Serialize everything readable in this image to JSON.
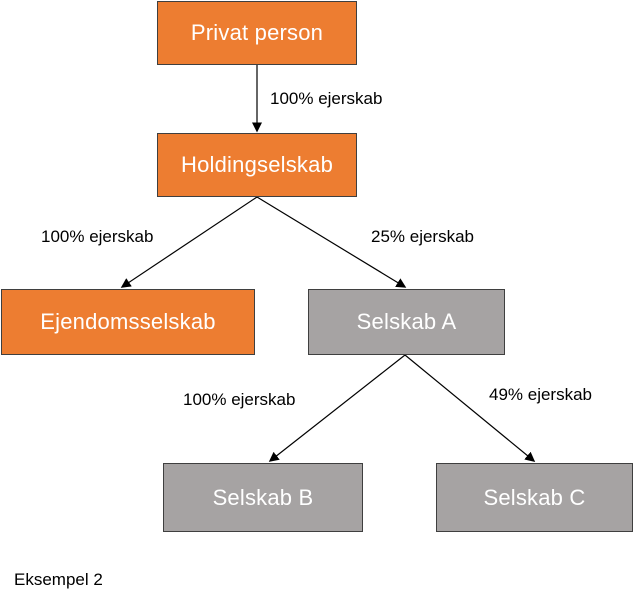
{
  "nodes": {
    "privat_person": {
      "label": "Privat person",
      "color": "#ED7D31"
    },
    "holdingselskab": {
      "label": "Holdingselskab",
      "color": "#ED7D31"
    },
    "ejendomsselskab": {
      "label": "Ejendomsselskab",
      "color": "#ED7D31"
    },
    "selskab_a": {
      "label": "Selskab A",
      "color": "#A6A3A3"
    },
    "selskab_b": {
      "label": "Selskab B",
      "color": "#A6A3A3"
    },
    "selskab_c": {
      "label": "Selskab C",
      "color": "#A6A3A3"
    }
  },
  "edges": {
    "privat_to_holding": {
      "from": "privat_person",
      "to": "holdingselskab",
      "label": "100% ejerskab"
    },
    "holding_to_ejendom": {
      "from": "holdingselskab",
      "to": "ejendomsselskab",
      "label": "100% ejerskab"
    },
    "holding_to_selskab_a": {
      "from": "holdingselskab",
      "to": "selskab_a",
      "label": "25% ejerskab"
    },
    "selskab_a_to_b": {
      "from": "selskab_a",
      "to": "selskab_b",
      "label": "100% ejerskab"
    },
    "selskab_a_to_c": {
      "from": "selskab_a",
      "to": "selskab_c",
      "label": "49% ejerskab"
    }
  },
  "caption": "Eksempel 2"
}
